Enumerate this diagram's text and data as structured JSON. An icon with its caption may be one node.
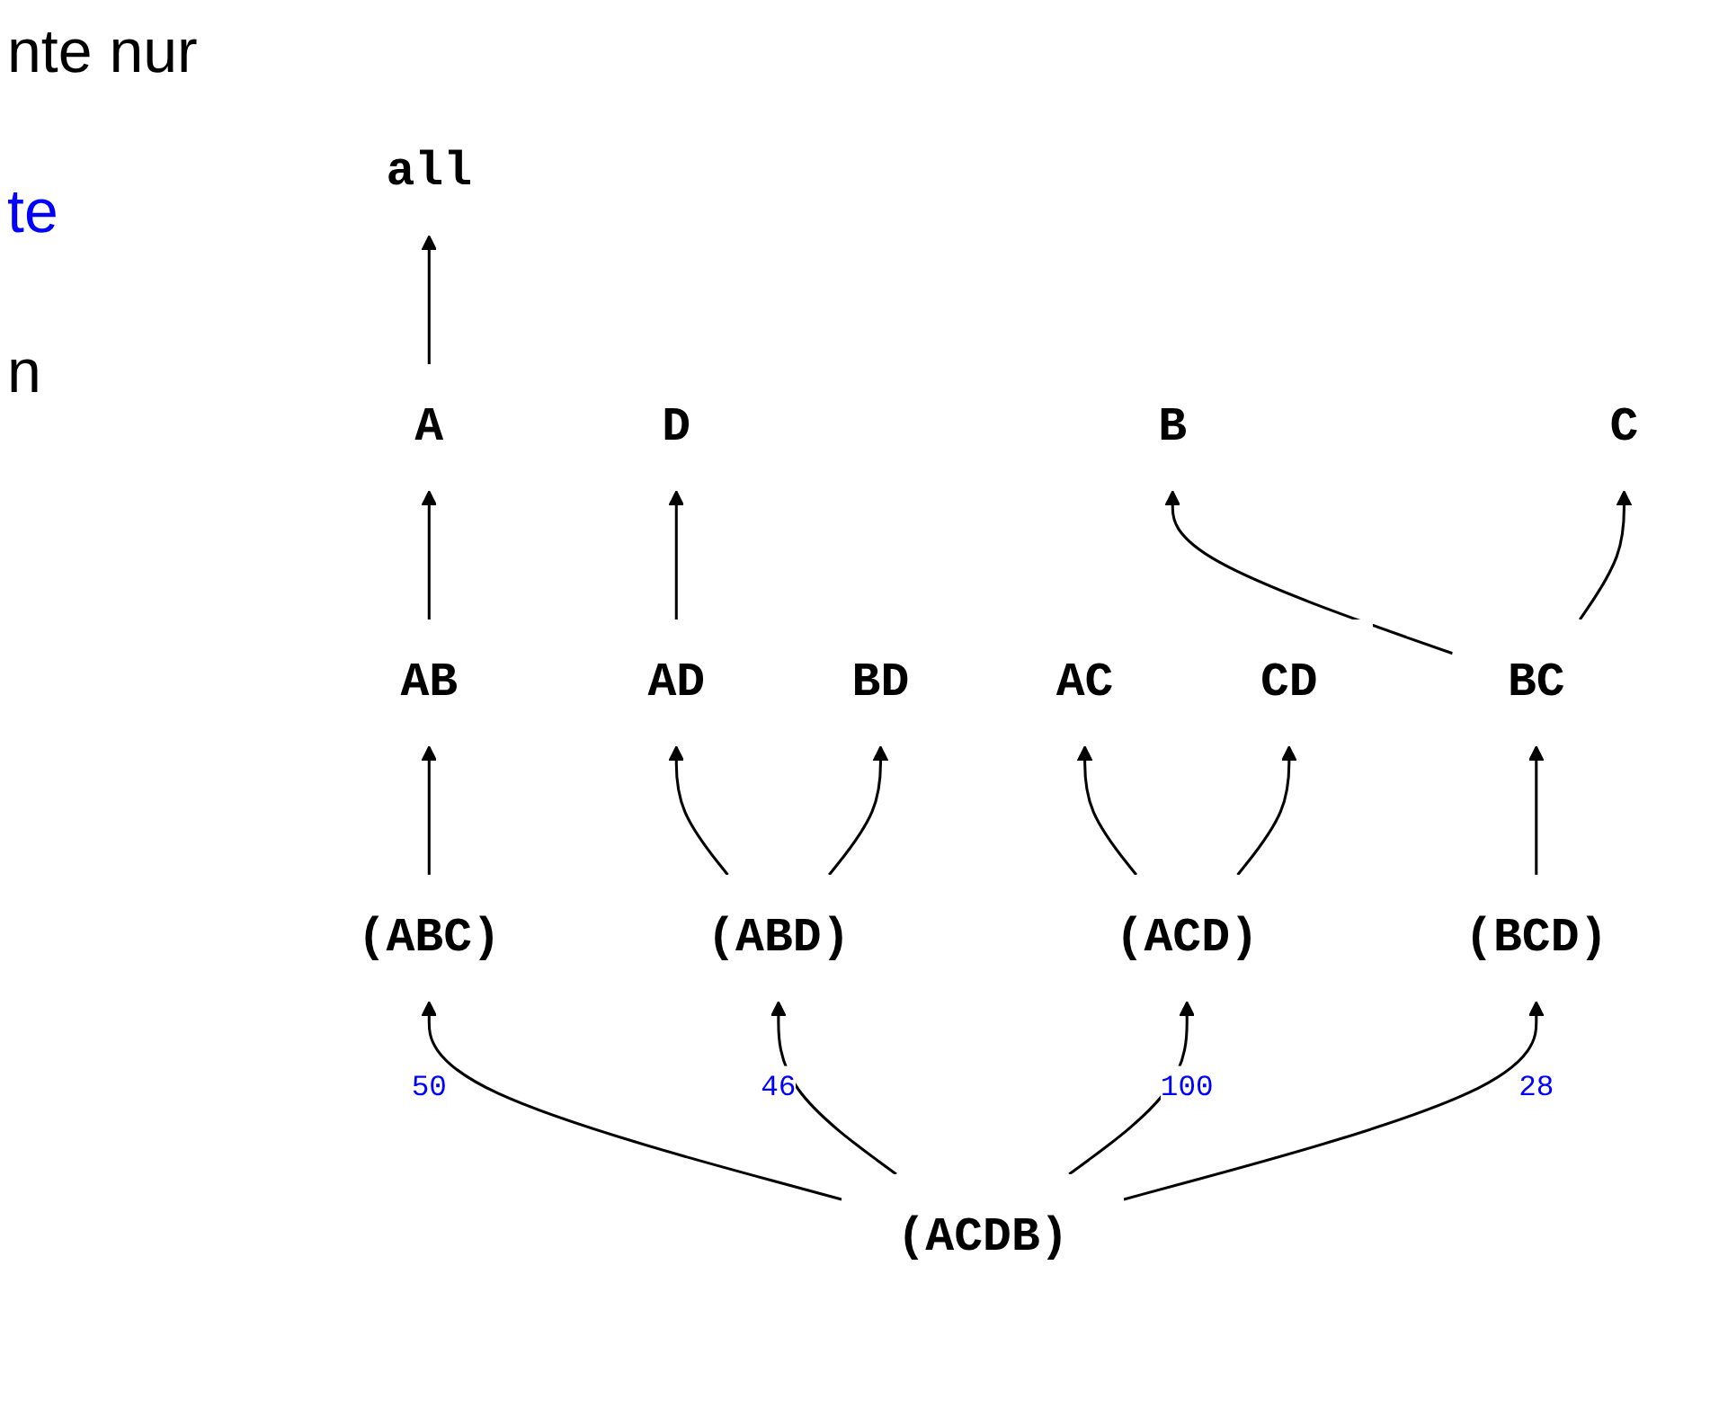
{
  "diagram": {
    "nodes": [
      {
        "text": [
          "all"
        ]
      },
      {
        "text": [
          "A"
        ]
      },
      {
        "text": [
          "B"
        ]
      },
      {
        "text": [
          "C"
        ]
      },
      {
        "text": [
          "D"
        ]
      },
      {
        "text": [
          "AB"
        ]
      },
      {
        "text": [
          "AC"
        ]
      },
      {
        "text": [
          "AD"
        ]
      },
      {
        "text": [
          "BC"
        ]
      },
      {
        "text": [
          "BD"
        ]
      },
      {
        "text": [
          "CD"
        ]
      },
      {
        "text": [
          "(ABC)"
        ]
      },
      {
        "text": [
          "(ABD)"
        ]
      },
      {
        "text": [
          "(ACD)"
        ]
      },
      {
        "text": [
          "(BCD)"
        ]
      },
      {
        "text": [
          "(ACDB)"
        ]
      }
    ],
    "edges": [
      {
        "from": 1,
        "to": 0,
        "arrow": "to"
      },
      {
        "from": 5,
        "to": 1,
        "arrow": "to"
      },
      {
        "from": 7,
        "to": 4,
        "arrow": "to"
      },
      {
        "from": 8,
        "to": 2,
        "arrow": "to"
      },
      {
        "from": 8,
        "to": 3,
        "arrow": "to"
      },
      {
        "from": 11,
        "to": 5,
        "arrow": "to"
      },
      {
        "from": 12,
        "to": 7,
        "arrow": "to"
      },
      {
        "from": 12,
        "to": 9,
        "arrow": "to"
      },
      {
        "from": 13,
        "to": 6,
        "arrow": "to"
      },
      {
        "from": 13,
        "to": 10,
        "arrow": "to"
      },
      {
        "from": 14,
        "to": 8,
        "arrow": "to"
      },
      {
        "from": 15,
        "to": 11,
        "arrow": "to",
        "label": "50"
      },
      {
        "from": 15,
        "to": 12,
        "arrow": "to",
        "label": "46"
      },
      {
        "from": 15,
        "to": 13,
        "arrow": "to",
        "label": "100"
      },
      {
        "from": 15,
        "to": 14,
        "arrow": "to",
        "label": "28"
      }
    ],
    "labels": [
      "nte nur",
      "te",
      "n"
    ]
  }
}
